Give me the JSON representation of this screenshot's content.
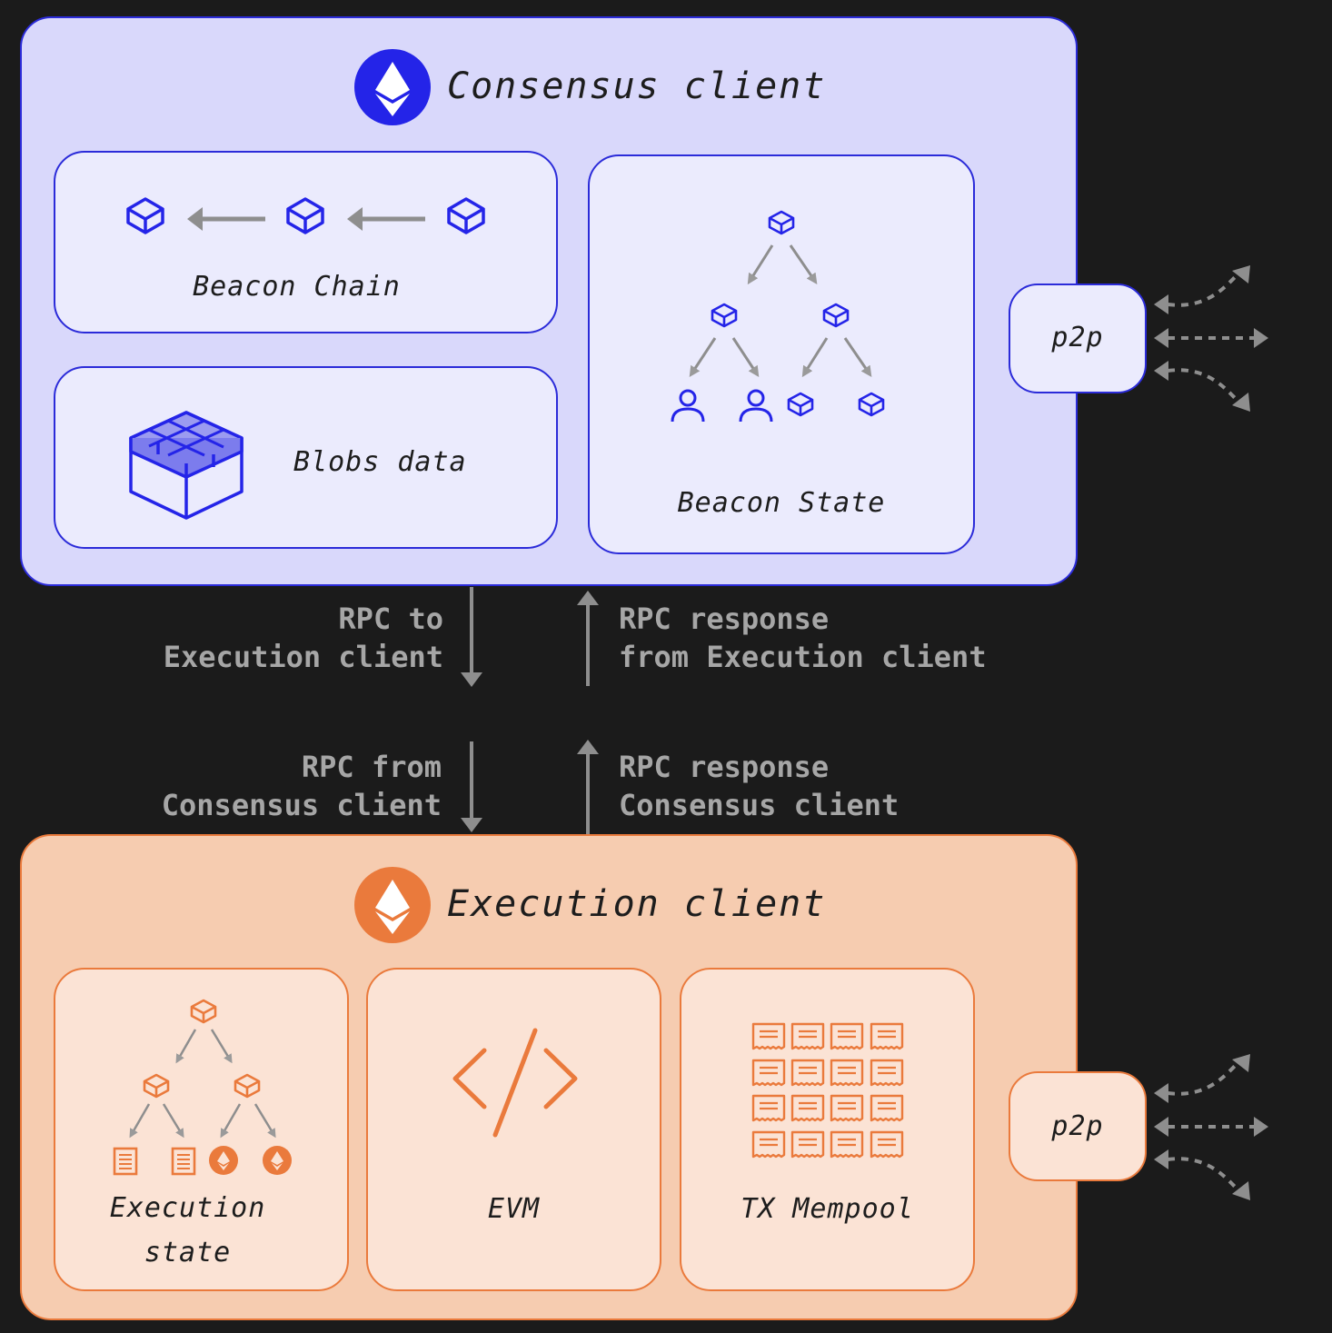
{
  "consensus": {
    "title": "Consensus client",
    "beacon_chain_label": "Beacon Chain",
    "blobs_label": "Blobs data",
    "beacon_state_label": "Beacon State",
    "p2p_label": "p2p",
    "color": "#2b2bd9",
    "bg": "#d9d8fb"
  },
  "execution": {
    "title": "Execution client",
    "state_label_line1": "Execution",
    "state_label_line2": "state",
    "evm_label": "EVM",
    "mempool_label": "TX Mempool",
    "p2p_label": "p2p",
    "color": "#ea7a3c",
    "bg": "#f6ccb0"
  },
  "rpc": {
    "to_exec_line1": "RPC to",
    "to_exec_line2": "Execution client",
    "response_from_exec_line1": "RPC response",
    "response_from_exec_line2": "from Execution client",
    "from_consensus_line1": "RPC from",
    "from_consensus_line2": "Consensus client",
    "response_consensus_line1": "RPC response",
    "response_consensus_line2": "Consensus client"
  }
}
